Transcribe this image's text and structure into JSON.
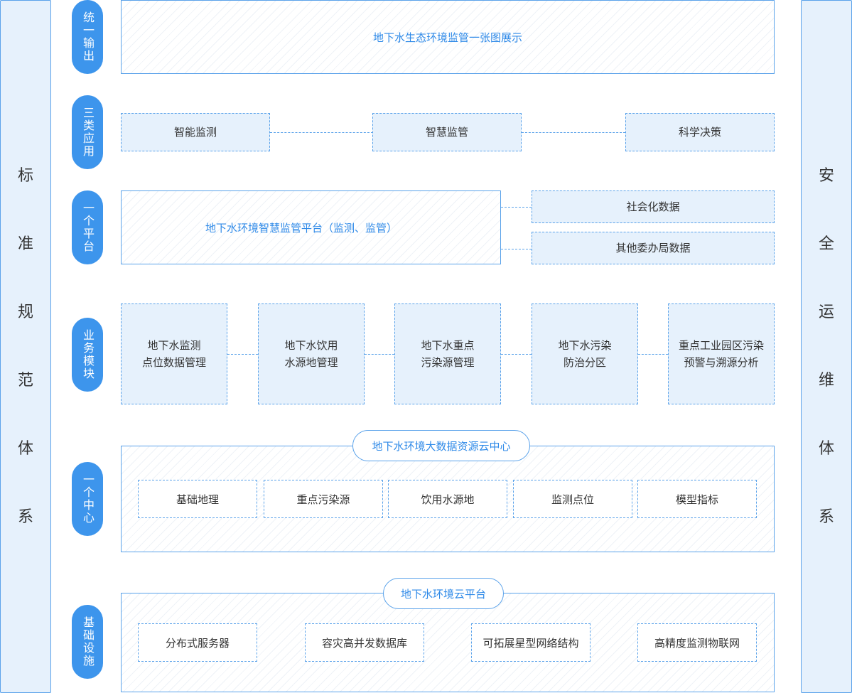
{
  "left_side": [
    "标",
    "准",
    "规",
    "范",
    "体",
    "系"
  ],
  "right_side": [
    "安",
    "全",
    "运",
    "维",
    "体",
    "系"
  ],
  "rows": {
    "output": {
      "label": "统一输出",
      "title": "地下水生态环境监管一张图展示"
    },
    "apps": {
      "label": "三类应用",
      "items": [
        "智能监测",
        "智慧监管",
        "科学决策"
      ]
    },
    "platform": {
      "label": "一个平台",
      "title": "地下水环境智慧监管平台（监测、监管）",
      "side_items": [
        "社会化数据",
        "其他委办局数据"
      ]
    },
    "modules": {
      "label": "业务模块",
      "items": [
        [
          "地下水监测",
          "点位数据管理"
        ],
        [
          "地下水饮用",
          "水源地管理"
        ],
        [
          "地下水重点",
          "污染源管理"
        ],
        [
          "地下水污染",
          "防治分区"
        ],
        [
          "重点工业园区污染",
          "预警与溯源分析"
        ]
      ]
    },
    "center": {
      "label": "一个中心",
      "title": "地下水环境大数据资源云中心",
      "items": [
        "基础地理",
        "重点污染源",
        "饮用水源地",
        "监测点位",
        "模型指标"
      ]
    },
    "infra": {
      "label": "基础设施",
      "title": "地下水环境云平台",
      "items": [
        "分布式服务器",
        "容灾高并发数据库",
        "可拓展星型网络结构",
        "高精度监测物联网"
      ]
    },
    "colors": {
      "accent": "#3d95ec",
      "border": "#5aa2ea",
      "light_fill": "#e6f1fc",
      "title_text": "#2f8ae8"
    }
  }
}
